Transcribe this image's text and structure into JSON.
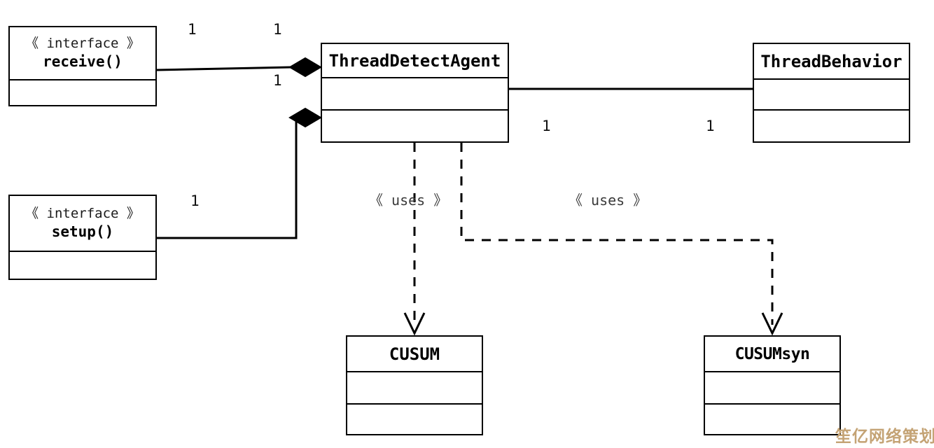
{
  "diagram": {
    "type": "uml-class-diagram",
    "background_color": "#ffffff",
    "line_color": "#000000",
    "watermark_color": "#c4a375"
  },
  "nodes": {
    "receive_interface": {
      "stereotype": "《 interface 》",
      "stereotype_plain": "<<interface>>",
      "name": "receive()",
      "compartments": 2
    },
    "setup_interface": {
      "stereotype": "《 interface 》",
      "stereotype_plain": "<<interface>>",
      "name": "setup()",
      "compartments": 2
    },
    "thread_detect_agent": {
      "name": "ThreadDetectAgent",
      "compartments": 3
    },
    "thread_behavior": {
      "name": "ThreadBehavior",
      "compartments": 3
    },
    "cusum": {
      "name": "CUSUM",
      "compartments": 3
    },
    "cusum_syn": {
      "name": "CUSUMsyn",
      "compartments": 3
    }
  },
  "edges": {
    "receive_to_agent": {
      "kind": "composition",
      "source_multiplicity": "1",
      "target_multiplicity_top": "1",
      "target_multiplicity_bottom": "1"
    },
    "setup_to_agent": {
      "kind": "composition",
      "source_multiplicity": "1"
    },
    "agent_to_behavior": {
      "kind": "association",
      "source_multiplicity": "1",
      "target_multiplicity": "1"
    },
    "agent_to_cusum": {
      "kind": "dependency",
      "label": "《 uses 》",
      "label_plain": "<<uses>>"
    },
    "agent_to_cusumsyn": {
      "kind": "dependency",
      "label": "《 uses 》",
      "label_plain": "<<uses>>"
    }
  },
  "watermark": {
    "text": "笙亿网络策划"
  }
}
